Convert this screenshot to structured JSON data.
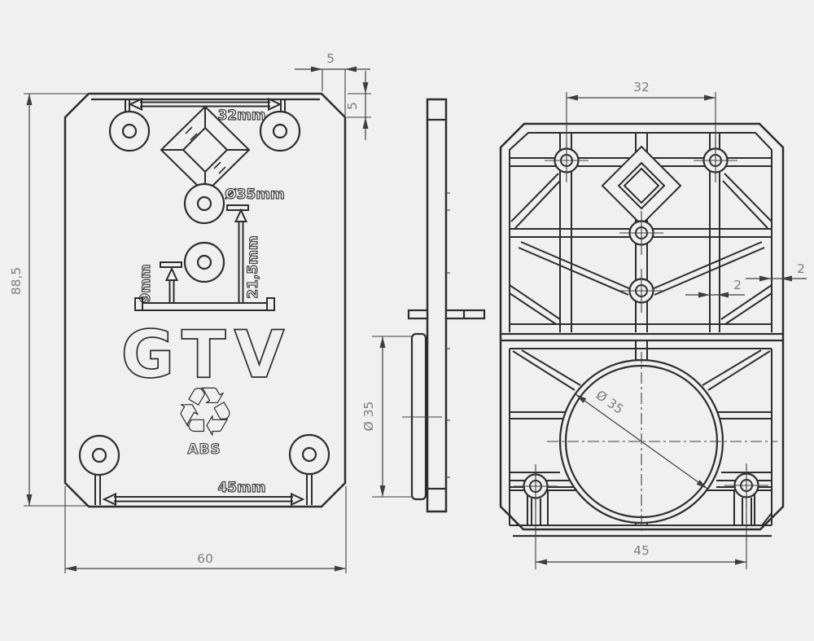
{
  "front_view": {
    "embossed": {
      "top_spacing": "32mm",
      "diameter": "Ø35mm",
      "offset_small": "9mm",
      "offset_large": "21,5mm",
      "bottom_spacing": "45mm",
      "brand": "GTV",
      "material": "ABS",
      "recycle_glyph": "♻"
    },
    "dims": {
      "height": "88,5",
      "width": "60",
      "chamfer_w": "5",
      "chamfer_h": "5"
    }
  },
  "side_view": {
    "dims": {
      "diameter": "Ø 35"
    }
  },
  "rear_view": {
    "dims": {
      "top_spacing": "32",
      "rib_a": "2",
      "rib_b": "2",
      "diameter": "Ø 35",
      "bottom_spacing": "45"
    }
  },
  "colors": {
    "background": "#f0f0f0",
    "line": "#2d2d2d",
    "dim_text": "#7d7d7d"
  }
}
